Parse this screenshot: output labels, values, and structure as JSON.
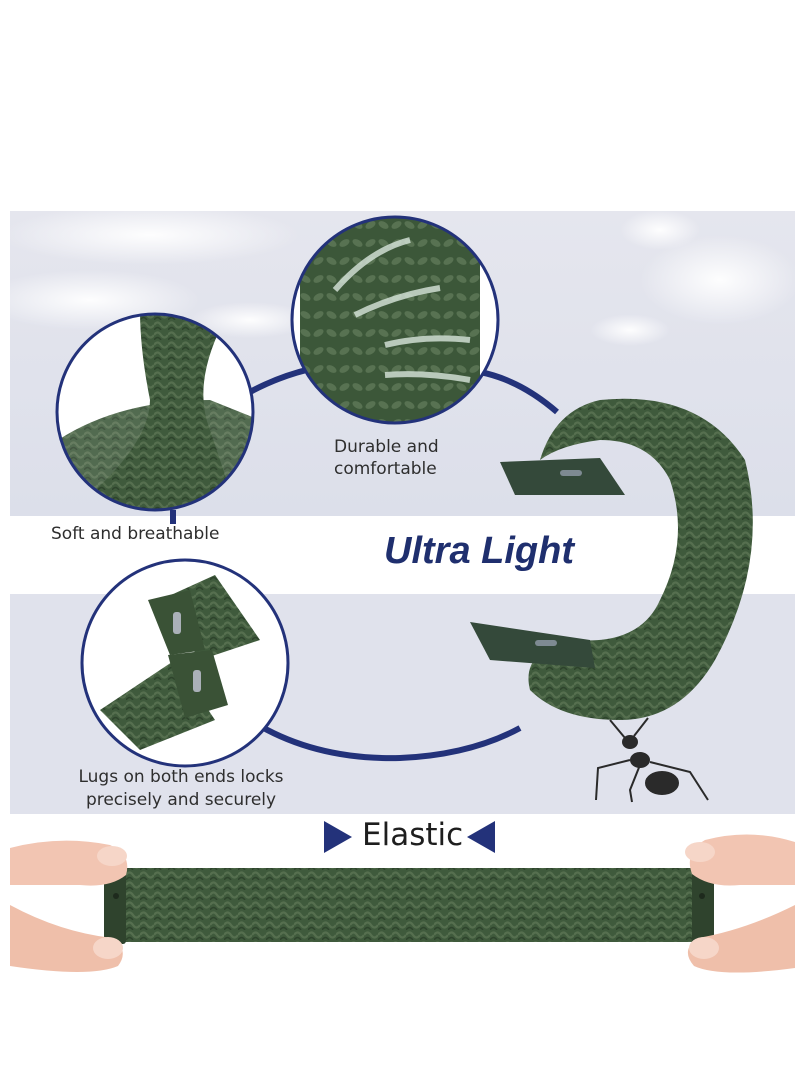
{
  "colors": {
    "sky_band": "#e3e5ee",
    "accent_navy": "#23327a",
    "band_green": "#3f5a3c",
    "band_green_dark": "#2e432c",
    "skin": "#f2c5b2"
  },
  "features": {
    "soft_breathable": "Soft and breathable",
    "durable_line1": "Durable and",
    "durable_line2": "comfortable",
    "lugs_line1": "Lugs on both ends locks",
    "lugs_line2": "precisely and securely"
  },
  "headline": "Ultra Light",
  "elastic": {
    "label": "Elastic",
    "left_arrow_icon": "triangle-right-icon",
    "right_arrow_icon": "triangle-left-icon"
  }
}
